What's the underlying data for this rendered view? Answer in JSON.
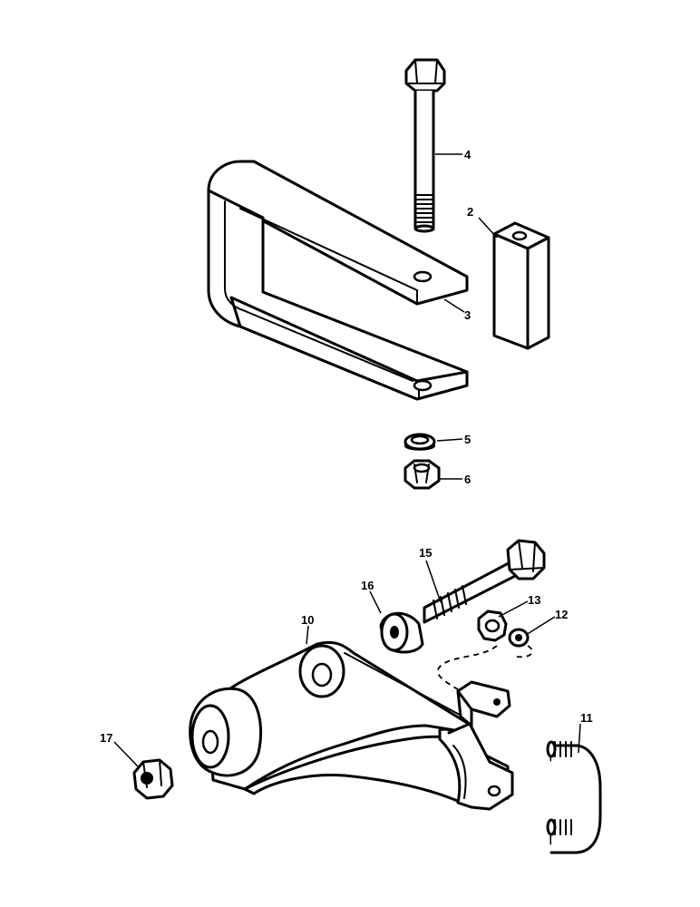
{
  "callouts": {
    "c2": "2",
    "c3": "3",
    "c4": "4",
    "c5": "5",
    "c6": "6",
    "c10": "10",
    "c11": "11",
    "c12": "12",
    "c13": "13",
    "c15": "15",
    "c16": "16",
    "c17": "17"
  },
  "colors": {
    "line": "#000000",
    "background": "#ffffff"
  }
}
